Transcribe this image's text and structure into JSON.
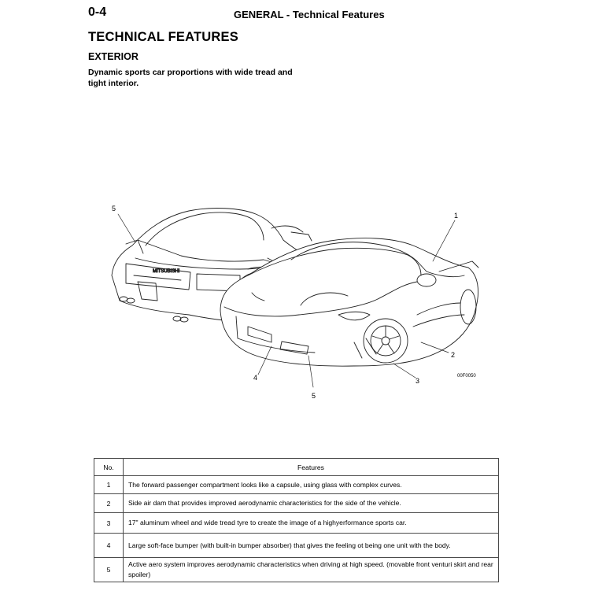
{
  "header": {
    "page_number": "0-4",
    "running_title": "GENERAL - Technical Features"
  },
  "section": {
    "title": "TECHNICAL FEATURES",
    "subtitle": "EXTERIOR",
    "description": "Dynamic sports car proportions with wide tread and tight interior."
  },
  "figure": {
    "callouts": [
      "5",
      "1",
      "2",
      "3",
      "4",
      "5"
    ],
    "rear_badge": "MITSUBISHI",
    "figure_code": "00F0050"
  },
  "table": {
    "headers": {
      "no": "No.",
      "features": "Features"
    },
    "rows": [
      {
        "no": "1",
        "text": "The forward passenger compartment looks like a capsule, using glass with complex curves."
      },
      {
        "no": "2",
        "text": "Side air dam that provides improved aerodynamic characteristics for the side of the vehicle."
      },
      {
        "no": "3",
        "text": "17\" aluminum wheel and wide tread tyre to create the image of a highyerformance sports car."
      },
      {
        "no": "4",
        "text": "Large soft-face bumper (with built-in bumper absorber) that gives the feeling ot being one unit with the body."
      },
      {
        "no": "5",
        "text": "Active aero system improves aerodynamic characteristics when driving at high speed. (movable front venturi skirt and rear spoiler)"
      }
    ]
  }
}
